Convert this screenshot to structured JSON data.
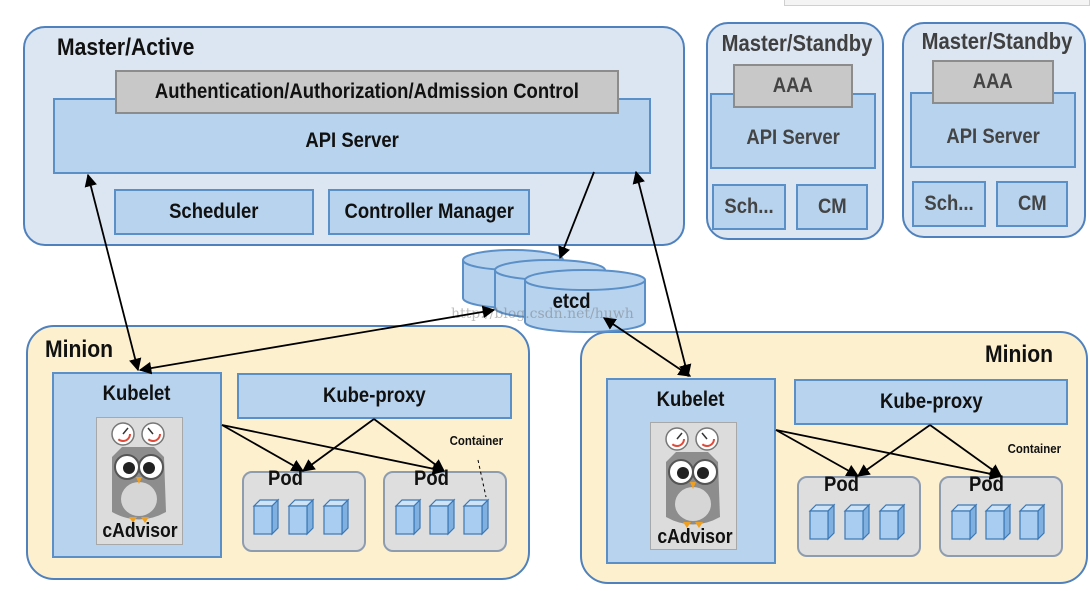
{
  "master_active": {
    "title": "Master/Active",
    "aaa_label": "Authentication/Authorization/Admission Control",
    "api_label": "API Server",
    "scheduler_label": "Scheduler",
    "controller_label": "Controller Manager"
  },
  "standby": [
    {
      "title": "Master/Standby",
      "aaa": "AAA",
      "api": "API Server",
      "sch": "Sch...",
      "cm": "CM"
    },
    {
      "title": "Master/Standby",
      "aaa": "AAA",
      "api": "API Server",
      "sch": "Sch...",
      "cm": "CM"
    }
  ],
  "etcd_label": "etcd",
  "watermark": "http://blog.csdn.net/huwh",
  "minions": [
    {
      "title": "Minion",
      "kubelet": "Kubelet",
      "cadvisor": "cAdvisor",
      "proxy": "Kube-proxy",
      "container": "Container",
      "pods": [
        "Pod",
        "Pod"
      ]
    },
    {
      "title": "Minion",
      "kubelet": "Kubelet",
      "cadvisor": "cAdvisor",
      "proxy": "Kube-proxy",
      "container": "Container",
      "pods": [
        "Pod",
        "Pod"
      ]
    }
  ],
  "colors": {
    "master_bg": "#dce6f2",
    "minion_bg": "#fdf0cf",
    "component_blue": "#b8d3ee",
    "border_blue": "#4f81bd",
    "aaa_gray": "#c8c8c8",
    "pod_gray": "#dedede",
    "cube_blue": "#9fc5ec"
  }
}
